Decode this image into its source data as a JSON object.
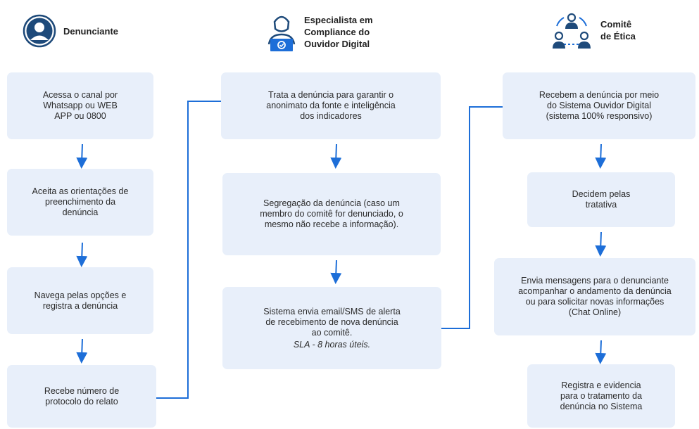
{
  "colors": {
    "box_bg": "#e8effa",
    "accent": "#1d6ed8",
    "icon_dark": "#1e4a7a"
  },
  "lanes": [
    {
      "title": "Denunciante",
      "icon": "person-avatar-icon",
      "steps": [
        "Acessa o canal por\nWhatsapp ou WEB\nAPP ou 0800",
        "Aceita as orientações de\npreenchimento da\ndenúncia",
        "Navega pelas opções e\nregistra a denúncia",
        "Recebe número de\nprotocolo do relato"
      ]
    },
    {
      "title": "Especialista em\nCompliance do\nOuvidor Digital",
      "icon": "compliance-specialist-icon",
      "steps": [
        "Trata a denúncia para garantir o\nanonimato da fonte e inteligência\ndos indicadores",
        "Segregação da denúncia (caso um\nmembro do comitê for  denunciado, o\nmesmo não recebe  a informação).",
        "Sistema envia email/SMS de alerta\nde recebimento de nova denúncia\nao comitê."
      ],
      "sla": "SLA - 8 horas úteis."
    },
    {
      "title": "Comitê\nde Ética",
      "icon": "committee-group-icon",
      "steps": [
        "Recebem a denúncia por meio\ndo Sistema Ouvidor Digital\n(sistema 100% responsivo)",
        "Decidem pelas\ntratativa",
        "Envia mensagens para o denunciante\nacompanhar o andamento da  denúncia\nou para solicitar novas  informações\n(Chat Online)",
        "Registra e evidencia\npara o tratamento da\ndenúncia no Sistema"
      ]
    }
  ]
}
